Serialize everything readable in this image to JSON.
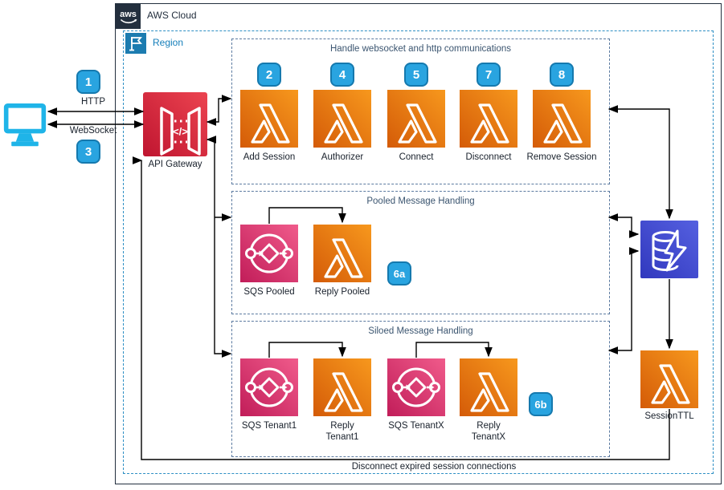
{
  "labels": {
    "aws_cloud": "AWS Cloud",
    "region": "Region"
  },
  "client": {
    "badge_http": "1",
    "http_label": "HTTP",
    "badge_ws": "3",
    "websocket_label": "WebSocket"
  },
  "gateway": {
    "label": "API Gateway"
  },
  "comms": {
    "title": "Handle websocket and http communications",
    "items": [
      {
        "badge": "2",
        "label": "Add Session"
      },
      {
        "badge": "4",
        "label": "Authorizer"
      },
      {
        "badge": "5",
        "label": "Connect"
      },
      {
        "badge": "7",
        "label": "Disconnect"
      },
      {
        "badge": "8",
        "label": "Remove Session"
      }
    ]
  },
  "pooled": {
    "title": "Pooled Message Handling",
    "badge": "6a",
    "items": [
      {
        "type": "sqs",
        "label": "SQS Pooled"
      },
      {
        "type": "lambda",
        "label": "Reply Pooled"
      }
    ]
  },
  "siloed": {
    "title": "Siloed Message Handling",
    "badge": "6b",
    "items": [
      {
        "type": "sqs",
        "label": "SQS Tenant1"
      },
      {
        "type": "lambda",
        "label": "Reply Tenant1"
      },
      {
        "type": "sqs",
        "label": "SQS TenantX"
      },
      {
        "type": "lambda",
        "label": "Reply TenantX"
      }
    ]
  },
  "session_ttl": {
    "label": "SessionTTL"
  },
  "footer": {
    "note": "Disconnect expired session connections"
  },
  "icons": {
    "client": "monitor-icon",
    "api_gateway": "api-gateway-icon",
    "function": "lambda-icon",
    "queue": "sqs-queue-icon",
    "database": "dynamodb-icon",
    "region": "region-flag-icon",
    "cloud": "aws-logo-icon"
  },
  "colors": {
    "lambda_gradient": [
      "#D45B08",
      "#F7981D"
    ],
    "sqs_gradient": [
      "#C11D59",
      "#F05B8B"
    ],
    "api_gateway_gradient": [
      "#BF1530",
      "#EC4450"
    ],
    "dynamodb_gradient": [
      "#3138BE",
      "#5560E0"
    ],
    "badge_blue": "#29A4E0",
    "region_blue": "#147EBA",
    "aws_dark": "#232F3E",
    "client_cyan": "#1FB4E8",
    "group_border": "#5B7AA0",
    "connector": "#000000"
  }
}
